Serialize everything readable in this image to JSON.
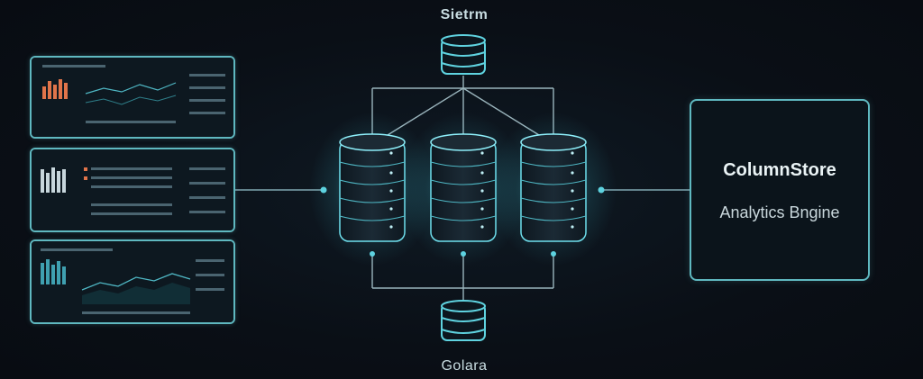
{
  "diagram": {
    "top_node_label": "Sietrm",
    "bottom_node_label": "Golara",
    "engine": {
      "title": "ColumnStore",
      "subtitle": "Analytics Bngine"
    }
  },
  "colors": {
    "background": "#0a0f16",
    "accent": "#5fb8c0",
    "glow": "#3fc6d6",
    "cylinder_body": "#14202a",
    "text": "#eaf3f5"
  },
  "icons": {
    "database": "database-icon",
    "dashboard": "dashboard-thumbnail"
  }
}
